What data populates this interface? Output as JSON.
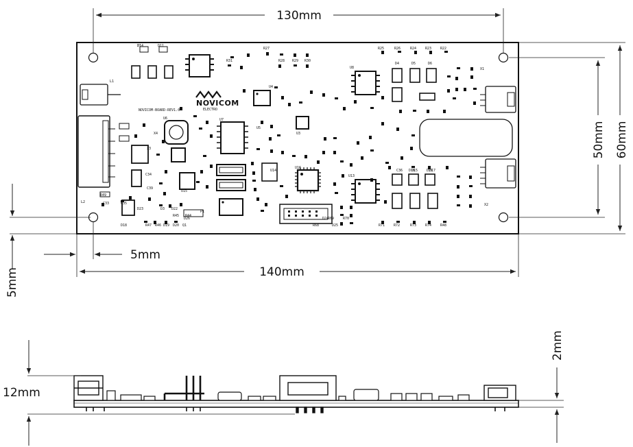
{
  "dimensions": {
    "top_width": "130mm",
    "overall_width": "140mm",
    "hole_offset_x": "5mm",
    "hole_offset_y": "5mm",
    "inner_height": "50mm",
    "overall_height": "60mm",
    "side_height": "12mm",
    "pcb_thickness": "2mm"
  },
  "board": {
    "logo_text": "NOVICOM",
    "logo_sub": "ELECTRO",
    "part_number": "NOVICOM-BOARD-REV1.0",
    "silkscreen_labels": [
      "D14",
      "D11",
      "R31",
      "R27",
      "R28",
      "R29",
      "R30",
      "R25",
      "R26",
      "R24",
      "R23",
      "R22",
      "D4",
      "D5",
      "D6",
      "U8",
      "U13",
      "U7",
      "U4",
      "U3",
      "U14",
      "U16",
      "U15",
      "U5",
      "U6",
      "L1",
      "L2",
      "X1",
      "X2",
      "X3",
      "X4",
      "C34",
      "C39",
      "C33",
      "C35",
      "C36",
      "D15",
      "D21",
      "D16",
      "D17",
      "D18",
      "D19",
      "D20",
      "Q1",
      "R68",
      "R69",
      "R70",
      "R71",
      "R72",
      "R73",
      "R74",
      "R48",
      "R49",
      "R47",
      "R46",
      "R45",
      "R44",
      "D3",
      "D22",
      "D23",
      "D24",
      "D25",
      "D26",
      "P1",
      "J1"
    ]
  }
}
